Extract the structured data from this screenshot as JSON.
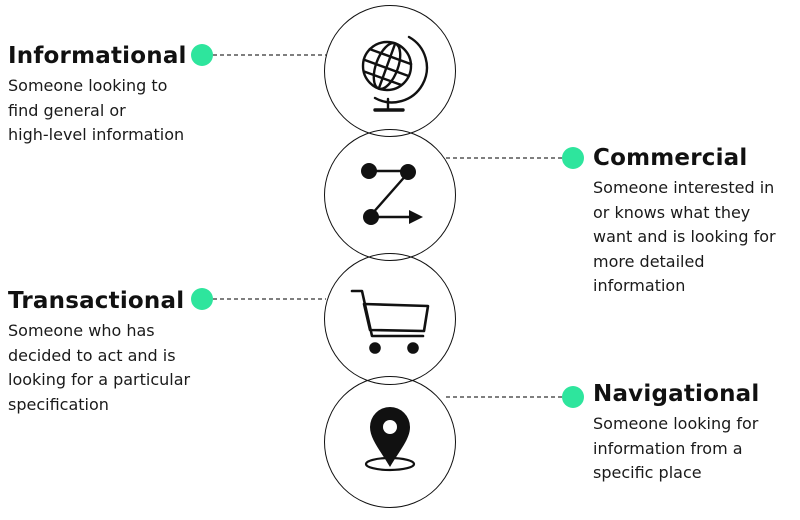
{
  "colors": {
    "accent": "#2ee59d",
    "line": "#333333",
    "ink": "#111111"
  },
  "items": [
    {
      "title": "Informational",
      "description": [
        "Someone looking to",
        "find general or",
        "high-level information"
      ],
      "icon": "globe-icon"
    },
    {
      "title": "Commercial",
      "description": [
        "Someone interested in",
        "or knows what they",
        "want and is looking for",
        "more detailed",
        "information"
      ],
      "icon": "nodes-arrow-icon"
    },
    {
      "title": "Transactional",
      "description": [
        "Someone who has",
        "decided to act and is",
        "looking for a particular",
        "specification"
      ],
      "icon": "shopping-cart-icon"
    },
    {
      "title": "Navigational",
      "description": [
        "Someone looking for",
        "information from a",
        "specific place"
      ],
      "icon": "location-pin-icon"
    }
  ]
}
